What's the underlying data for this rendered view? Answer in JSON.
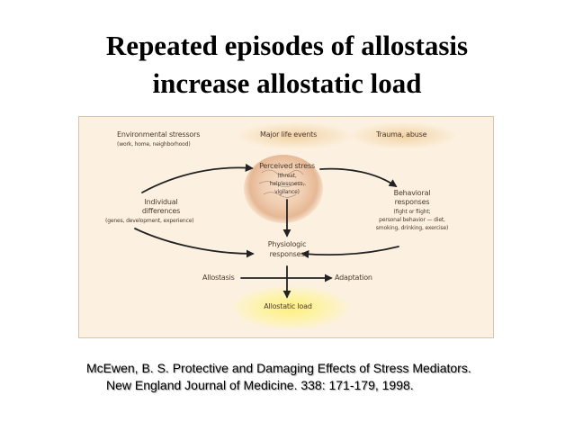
{
  "slide": {
    "title_line1": "Repeated episodes of allostasis",
    "title_line2": "increase allostatic load"
  },
  "diagram": {
    "env_stressors": "Environmental stressors",
    "env_stressors_sub": "(work, home, neighborhood)",
    "major_life_events": "Major life events",
    "trauma": "Trauma, abuse",
    "perceived_stress": "Perceived stress",
    "perceived_stress_sub1": "(threat,",
    "perceived_stress_sub2": "helplessness,",
    "perceived_stress_sub3": "vigilance)",
    "individual_1": "Individual",
    "individual_2": "differences",
    "individual_sub": "(genes, development, experience)",
    "behavioral_1": "Behavioral",
    "behavioral_2": "responses",
    "behavioral_sub1": "(fight or flight;",
    "behavioral_sub2": "personal behavior — diet,",
    "behavioral_sub3": "smoking, drinking, exercise)",
    "physiologic_1": "Physiologic",
    "physiologic_2": "responses",
    "allostasis": "Allostasis",
    "adaptation": "Adaptation",
    "allostatic_load": "Allostatic load"
  },
  "citation": {
    "line1": "McEwen, B. S. Protective and Damaging Effects of Stress Mediators.",
    "line2": "New England Journal of Medicine. 338: 171-179, 1998."
  },
  "colors": {
    "background": "#ffffff",
    "figure_bg": "#fcf1e0",
    "figure_text": "#4a3a30",
    "load_glow": "#fdf07a",
    "brain": "#e6b895"
  }
}
